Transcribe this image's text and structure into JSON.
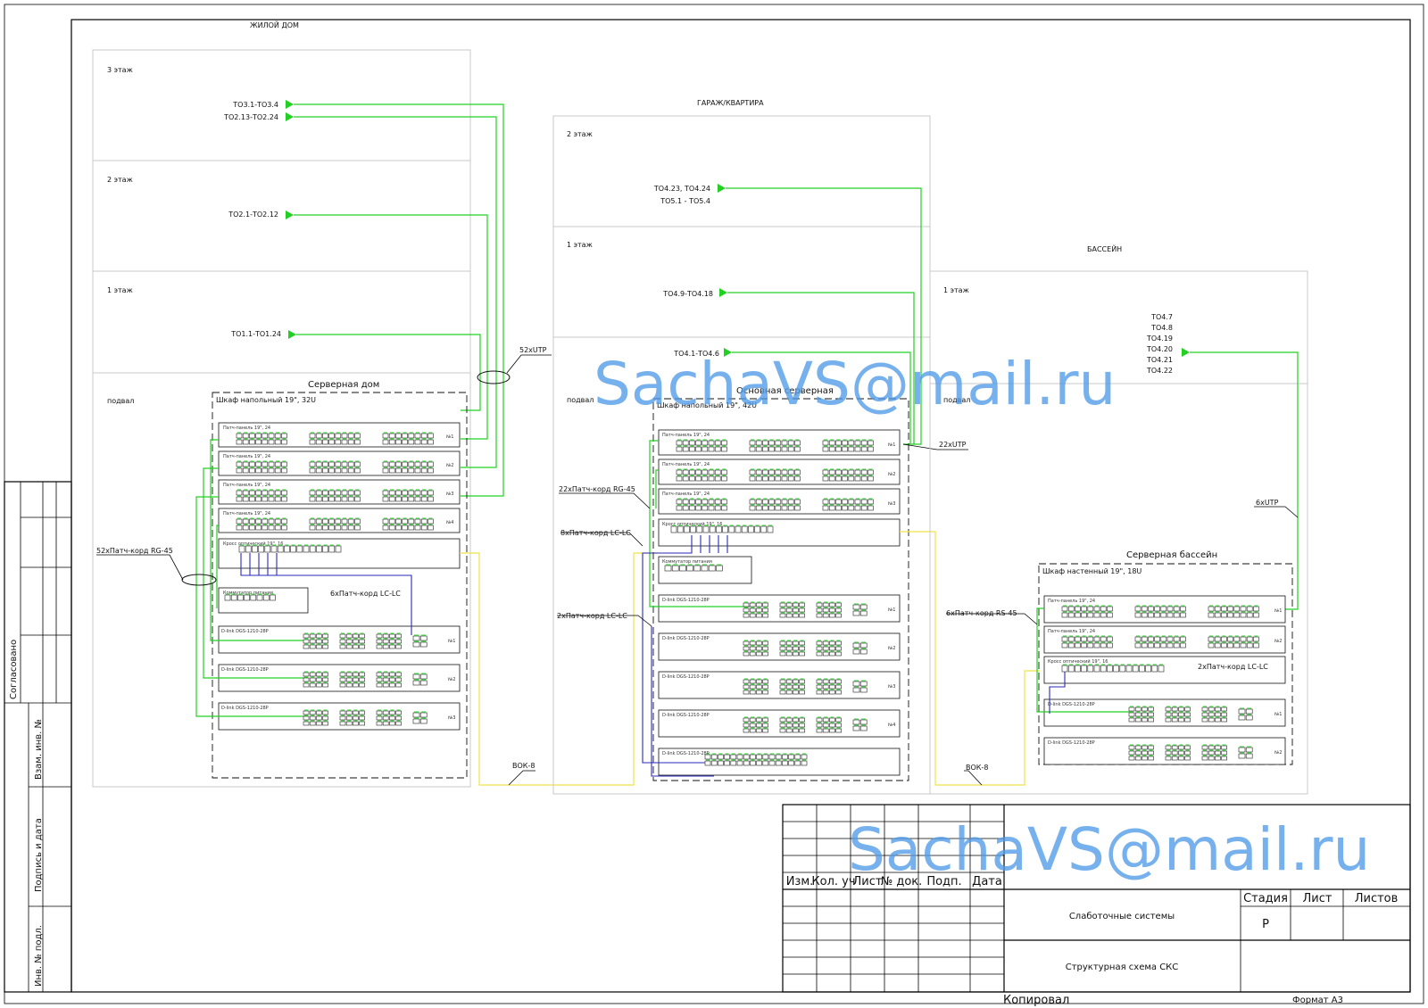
{
  "buildings": {
    "house": {
      "title": "ЖИЛОЙ ДОМ",
      "floor3": "3 этаж",
      "floor2": "2 этаж",
      "floor1": "1 этаж",
      "basement": "подвал",
      "outlets": [
        "ТО3.1-ТО3.4",
        "ТО2.13-ТО2.24",
        "ТО2.1-ТО2.12",
        "ТО1.1-ТО1.24"
      ],
      "server_title": "Серверная дом",
      "cabinet": "Шкаф напольный 19\", 32U",
      "cable_bundle": "52xUTP",
      "patch_rj45": "52xПатч-корд RG-45",
      "patch_lc": "6xПатч-корд LC-LC",
      "fiber": "ВОК-8"
    },
    "garage": {
      "title": "ГАРАЖ/КВАРТИРА",
      "floor2": "2 этаж",
      "floor1": "1 этаж",
      "basement": "подвал",
      "outlets": [
        "ТО4.23, ТО4.24",
        "ТО5.1 - ТО5.4",
        "ТО4.9-ТО4.18",
        "ТО4.1-ТО4.6"
      ],
      "server_title": "Основная серверная",
      "cabinet": "Шкаф напольный 19\", 42U",
      "cable_bundle": "22xUTP",
      "patch_rj45": "22xПатч-корд RG-45",
      "patch_lc8": "8xПатч-корд LC-LC",
      "patch_lc2": "2xПатч-корд LC-LC"
    },
    "pool": {
      "title": "БАССЕЙН",
      "floor1": "1 этаж",
      "basement": "подвал",
      "outlets": [
        "ТО4.7",
        "ТО4.8",
        "ТО4.19",
        "ТО4.20",
        "ТО4.21",
        "ТО4.22"
      ],
      "server_title": "Серверная бассейн",
      "cabinet": "Шкаф настенный 19\", 18U",
      "cable_bundle": "6xUTP",
      "patch_rj45": "6xПатч-корд RS-45",
      "patch_lc": "2xПатч-корд LC-LC",
      "fiber": "ВОК-8"
    }
  },
  "devices": {
    "patch_panel": "Патч-панель 19\", 24",
    "cross": "Кросс оптический 19\", 16",
    "switch": "D-link DGS-1210-28P",
    "poe": "Коммутатор питания",
    "nums": [
      "№1",
      "№2",
      "№3",
      "№4"
    ]
  },
  "watermark": "SachaVS@mail.ru",
  "side_stamp": {
    "agreed": "Согласовано",
    "inv_repl": "Взам. инв. №",
    "sign_date": "Подпись и дата",
    "inv_orig": "Инв. № подл."
  },
  "title_block": {
    "headers": [
      "Изм.",
      "Кол. уч",
      "Лист",
      "№ док.",
      "Подп.",
      "Дата"
    ],
    "stage_h": "Стадия",
    "sheet_h": "Лист",
    "sheets_h": "Листов",
    "stage": "Р",
    "system": "Слаботочные системы",
    "drawing": "Структурная схема СКС",
    "copied": "Копировал",
    "format": "Формат А3"
  }
}
